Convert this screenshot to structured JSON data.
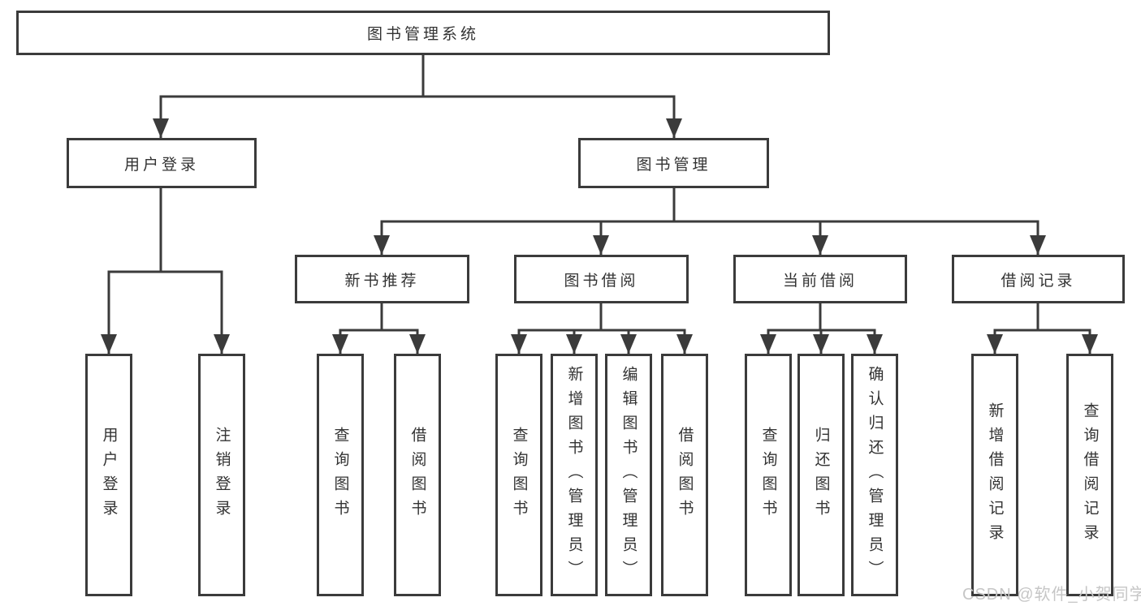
{
  "diagram": {
    "type": "hierarchy-tree",
    "colors": {
      "line": "#3b3b3b",
      "border": "#3b3b3b",
      "text": "#333333",
      "box_background": "#ffffff",
      "watermark": "#c6c6c6"
    }
  },
  "tree": {
    "label": "图书管理系统",
    "children": [
      {
        "label": "用户登录",
        "children": [
          {
            "label": "用户登录"
          },
          {
            "label": "注销登录"
          }
        ]
      },
      {
        "label": "图书管理",
        "children": [
          {
            "label": "新书推荐",
            "children": [
              {
                "label": "查询图书"
              },
              {
                "label": "借阅图书"
              }
            ]
          },
          {
            "label": "图书借阅",
            "children": [
              {
                "label": "查询图书"
              },
              {
                "label": "新增图书（管理员）"
              },
              {
                "label": "编辑图书（管理员）"
              },
              {
                "label": "借阅图书"
              }
            ]
          },
          {
            "label": "当前借阅",
            "children": [
              {
                "label": "查询图书"
              },
              {
                "label": "归还图书"
              },
              {
                "label": "确认归还（管理员）"
              }
            ]
          },
          {
            "label": "借阅记录",
            "children": [
              {
                "label": "新增借阅记录"
              },
              {
                "label": "查询借阅记录"
              }
            ]
          }
        ]
      }
    ]
  },
  "watermark": "CSDN @软件_小贺同学"
}
